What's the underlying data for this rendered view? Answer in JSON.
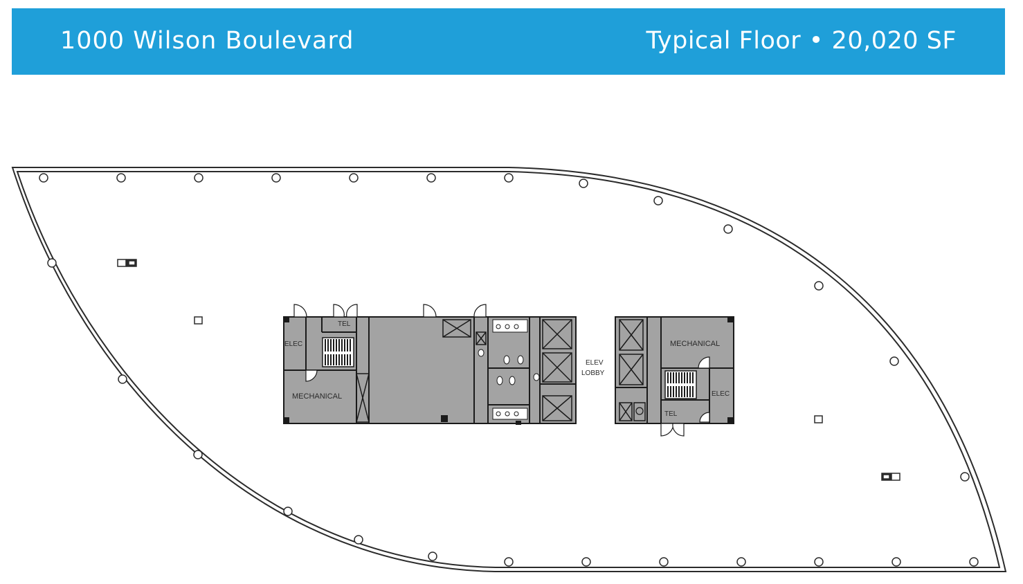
{
  "header": {
    "building": "1000 Wilson Boulevard",
    "floor_info": "Typical Floor • 20,020 SF"
  },
  "colors": {
    "banner": "#1f9fd9",
    "banner_text": "#ffffff",
    "core_fill": "#a3a3a3",
    "wall": "#1a1a1a",
    "outline": "#2b2b2b"
  },
  "labels": {
    "tel_left": "TEL",
    "elec_left": "ELEC",
    "mechanical_left": "MECHANICAL",
    "elev_lobby_line1": "ELEV",
    "elev_lobby_line2": "LOBBY",
    "mechanical_right": "MECHANICAL",
    "elec_right": "ELEC",
    "tel_right": "TEL"
  }
}
